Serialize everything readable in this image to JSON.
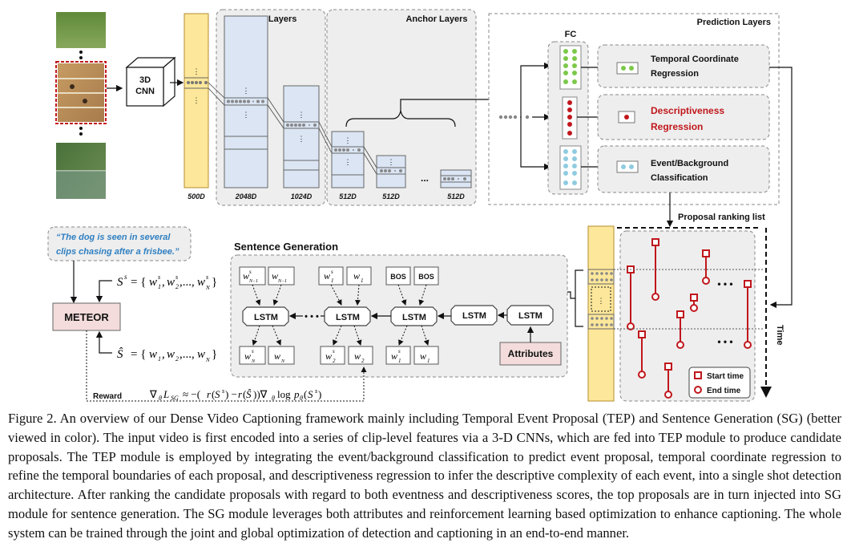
{
  "figure": {
    "cnn_label_1": "3D",
    "cnn_label_2": "CNN",
    "base_layers_title": "Base Layers",
    "anchor_layers_title": "Anchor Layers",
    "prediction_layers_title": "Prediction Layers",
    "fc_label": "FC",
    "dims": [
      "500D",
      "2048D",
      "1024D",
      "512D",
      "512D",
      "512D"
    ],
    "ellipsis": "...",
    "temporal_regression_1": "Temporal Coordinate",
    "temporal_regression_2": "Regression",
    "descriptiveness_1": "Descriptiveness",
    "descriptiveness_2": "Regression",
    "event_bg_1": "Event/Background",
    "event_bg_2": "Classification",
    "proposal_ranking": "Proposal ranking list",
    "time_label": "Time",
    "quote_1": "“The dog is seen in several",
    "quote_2": "clips chasing after a frisbee.”",
    "meteor": "METEOR",
    "sentence_generation_title": "Sentence Generation",
    "lstm": "LSTM",
    "bos": "BOS",
    "attributes": "Attributes",
    "reward": "Reward",
    "start_time": "Start time",
    "end_time": "End time",
    "colors": {
      "feature_yellow": "#fde79a",
      "base_blue": "#dbe5f4",
      "green": "#7cc84a",
      "red": "#c0171c",
      "cyan": "#8fcbe0",
      "meteor_pink": "#f3dcdb",
      "attr_pink": "#f3dcdb",
      "panel_gray": "#eeeeee",
      "quote_blue": "#2f7fc1"
    }
  },
  "caption": "Figure 2. An overview of our Dense Video Captioning framework mainly including Temporal Event Proposal (TEP) and Sentence Generation (SG) (better viewed in color). The input video is first encoded into a series of clip-level features via a 3-D CNNs, which are fed into TEP module to produce candidate proposals. The TEP module is employed by integrating the event/background classification to predict event proposal, temporal coordinate regression to refine the temporal boundaries of each proposal, and descriptiveness regression to infer the descriptive complexity of each event, into a single shot detection architecture. After ranking the candidate proposals with regard to both eventness and descriptiveness scores, the top proposals are in turn injected into SG module for sentence generation. The SG module leverages both attributes and reinforcement learning based optimization to enhance captioning. The whole system can be trained through the joint and global optimization of detection and captioning in an end-to-end manner."
}
